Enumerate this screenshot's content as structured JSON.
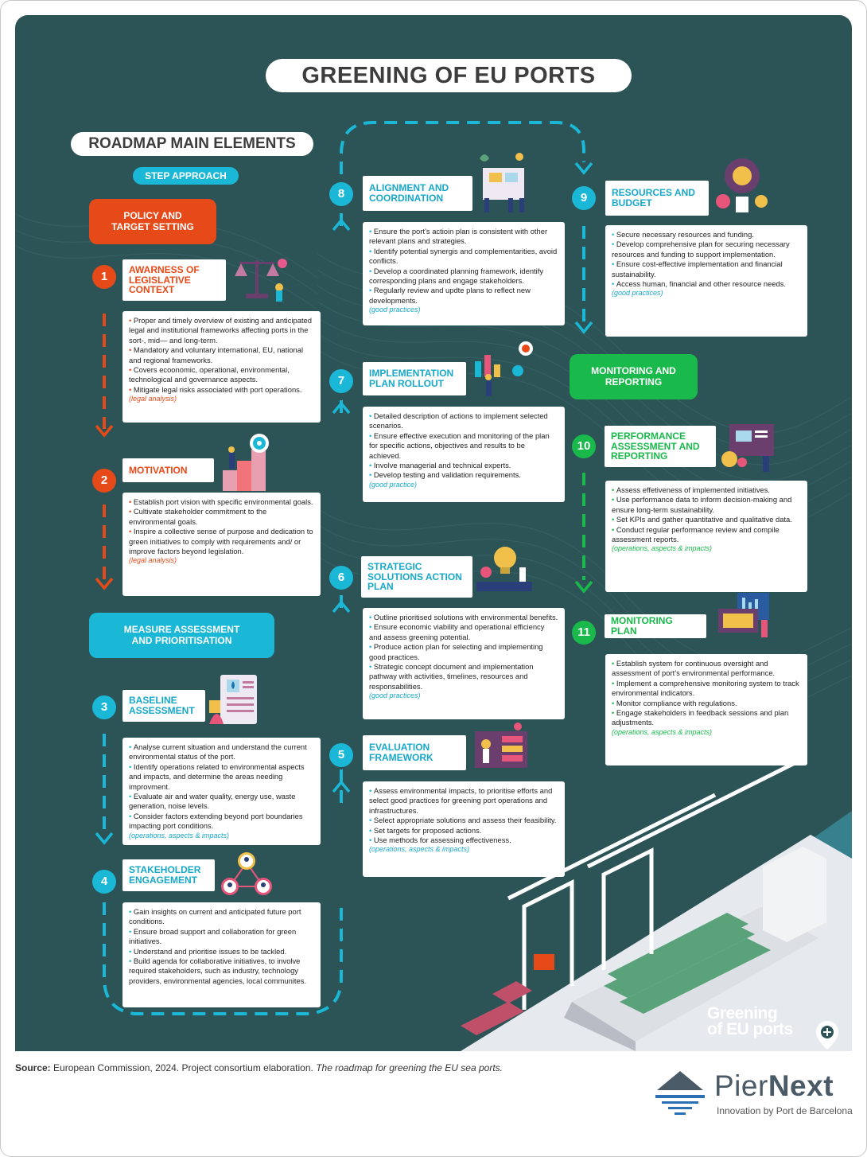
{
  "title": "GREENING OF EU PORTS",
  "subtitle": "ROADMAP MAIN ELEMENTS",
  "step_approach": "STEP APPROACH",
  "phases": {
    "policy": [
      "POLICY AND",
      "TARGET SETTING"
    ],
    "measure": [
      "MEASURE ASSESSMENT",
      "AND PRIORITISATION"
    ],
    "monitoring": [
      "MONITORING AND",
      "REPORTING"
    ]
  },
  "colors": {
    "background": "#2c5457",
    "policy": "#e64a19",
    "measure": "#1ab7d6",
    "monitoring": "#19b94b"
  },
  "steps": [
    {
      "num": "1",
      "title": [
        "AWARNESS OF",
        "LEGISLATIVE",
        "CONTEXT"
      ],
      "icon": "scales-justice-icon",
      "items": [
        "Proper and timely overview of existing and anticipated legal and institutional frameworks affecting ports in the sort-, mid— and long-term.",
        "Mandatory and voluntary international, EU, national and regional frameworks.",
        "Covers ecoonomic, operational, environmental, technological and governance aspects.",
        "Mitigate legal risks associated with port operations."
      ],
      "note": "(legal analysis)"
    },
    {
      "num": "2",
      "title": [
        "MOTIVATION"
      ],
      "icon": "target-stairs-icon",
      "items": [
        "Establish port vision with specific environmental goals.",
        "Cultivate stakeholder commitment to the environmental goals.",
        "Inspire a collective sense of purpose and dedication to green initiatives  to comply with requirements and/ or improve factors beyond legislation."
      ],
      "note": "(legal analysis)"
    },
    {
      "num": "3",
      "title": [
        "BASELINE",
        "ASSESSMENT"
      ],
      "icon": "clipboard-drop-icon",
      "items": [
        "Analyse current situation and understand the current environmental status of the port.",
        "Identify operations related to environmental aspects and impacts, and determine the areas needing improvment.",
        "Evaluate air and water quality, energy use, waste generation, noise levels.",
        "Consider factors extending beyond port boundaries impacting port conditions."
      ],
      "note": "(operations, aspects & impacts)"
    },
    {
      "num": "4",
      "title": [
        "STAKEHOLDER",
        "ENGAGEMENT"
      ],
      "icon": "people-network-icon",
      "items": [
        "Gain insights on current and anticipated future port conditions.",
        "Ensure broad support and collaboration for green initiatives.",
        "Understand and prioritise issues to be tackled.",
        "Build agenda for collaborative initiatives, to involve required stakeholders, such as industry, technology providers, environmental agencies, local communites."
      ],
      "note": ""
    },
    {
      "num": "5",
      "title": [
        "EVALUATION",
        "FRAMEWORK"
      ],
      "icon": "evaluation-board-icon",
      "items": [
        "Assess environmental impacts, to prioritise efforts and select good practices for greening port operations and infrastructures.",
        "Select appropriate solutions and assess their feasibility.",
        "Set  targets for proposed actions.",
        "Use methods for assessing effectiveness."
      ],
      "note": "(operations, aspects & impacts)"
    },
    {
      "num": "6",
      "title": [
        "STRATEGIC",
        "SOLUTIONS ACTION",
        "PLAN"
      ],
      "icon": "lightbulb-gears-icon",
      "items": [
        "Outline prioritised solutions with environmental benefits.",
        "Ensure economic viability and operational efficiency and assess greening potential.",
        "Produce action plan for selecting and implementing good practices.",
        "Strategic concept document and implementation pathway with activities, timelines, resources and responsabilities."
      ],
      "note": "(good practices)"
    },
    {
      "num": "7",
      "title": [
        "IMPLEMENTATION",
        "PLAN ROLLOUT"
      ],
      "icon": "rollout-chart-icon",
      "items": [
        "Detailed description of actions to implement selected scenarios.",
        "Ensure effective execution and monitoring of the plan for specific actions, objectives and results to be achieved.",
        "Involve managerial and technical experts.",
        "Develop testing and validation requirements."
      ],
      "note": "(good practice)"
    },
    {
      "num": "8",
      "title": [
        "ALIGNMENT AND",
        "COORDINATION"
      ],
      "icon": "team-board-icon",
      "items": [
        "Ensure the port’s actioin plan is consistent with other relevant plans and strategies.",
        "Identify potential synergis and complementarities, avoid conflicts.",
        "Develop a coordinated planning framework, identify corresponding plans and engage stakeholders.",
        "Regularly review and updte plans to reflect new developments."
      ],
      "note": "(good practices)"
    },
    {
      "num": "9",
      "title": [
        "RESOURCES AND",
        "BUDGET"
      ],
      "icon": "coins-gear-icon",
      "items": [
        "Secure necessary resources and funding.",
        "Develop comprehensive plan for securing necessary resources and funding to support implementation.",
        "Ensure cost-effective implementation and financial sustainability.",
        "Access human, financial and other resource needs."
      ],
      "note": "(good practices)"
    },
    {
      "num": "10",
      "title": [
        "PERFORMANCE",
        "ASSESSMENT AND",
        "REPORTING"
      ],
      "icon": "performance-report-icon",
      "items": [
        "Assess effetiveness of implemented initiatives.",
        "Use performance data to inform decision-making and ensure long-term sustainability.",
        "Set KPIs and gather quantitative and qualitative data.",
        "Conduct regular performance review and compile assessment reports."
      ],
      "note": "(operations, aspects & impacts)"
    },
    {
      "num": "11",
      "title": [
        "MONITORING PLAN"
      ],
      "icon": "monitor-dashboard-icon",
      "items": [
        "Establish system for continuous oversight and assessment of port’s environmental performance.",
        "Implement a comprehensive monitoring system to track environmental indicators.",
        "Monitor compliance with regulations.",
        "Engage stakeholders in feedback sessions and plan adjustments."
      ],
      "note": "(operations, aspects & impacts)"
    }
  ],
  "brand": [
    "Greening",
    "of EU ports"
  ],
  "source": {
    "label": "Source:",
    "text": " European Commission, 2024. Project consortium elaboration. ",
    "title": "The roadmap for greening the EU sea ports."
  },
  "piernext": {
    "name_light": "Pier",
    "name_bold": "Next",
    "tagline": "Innovation by Port de Barcelona"
  }
}
